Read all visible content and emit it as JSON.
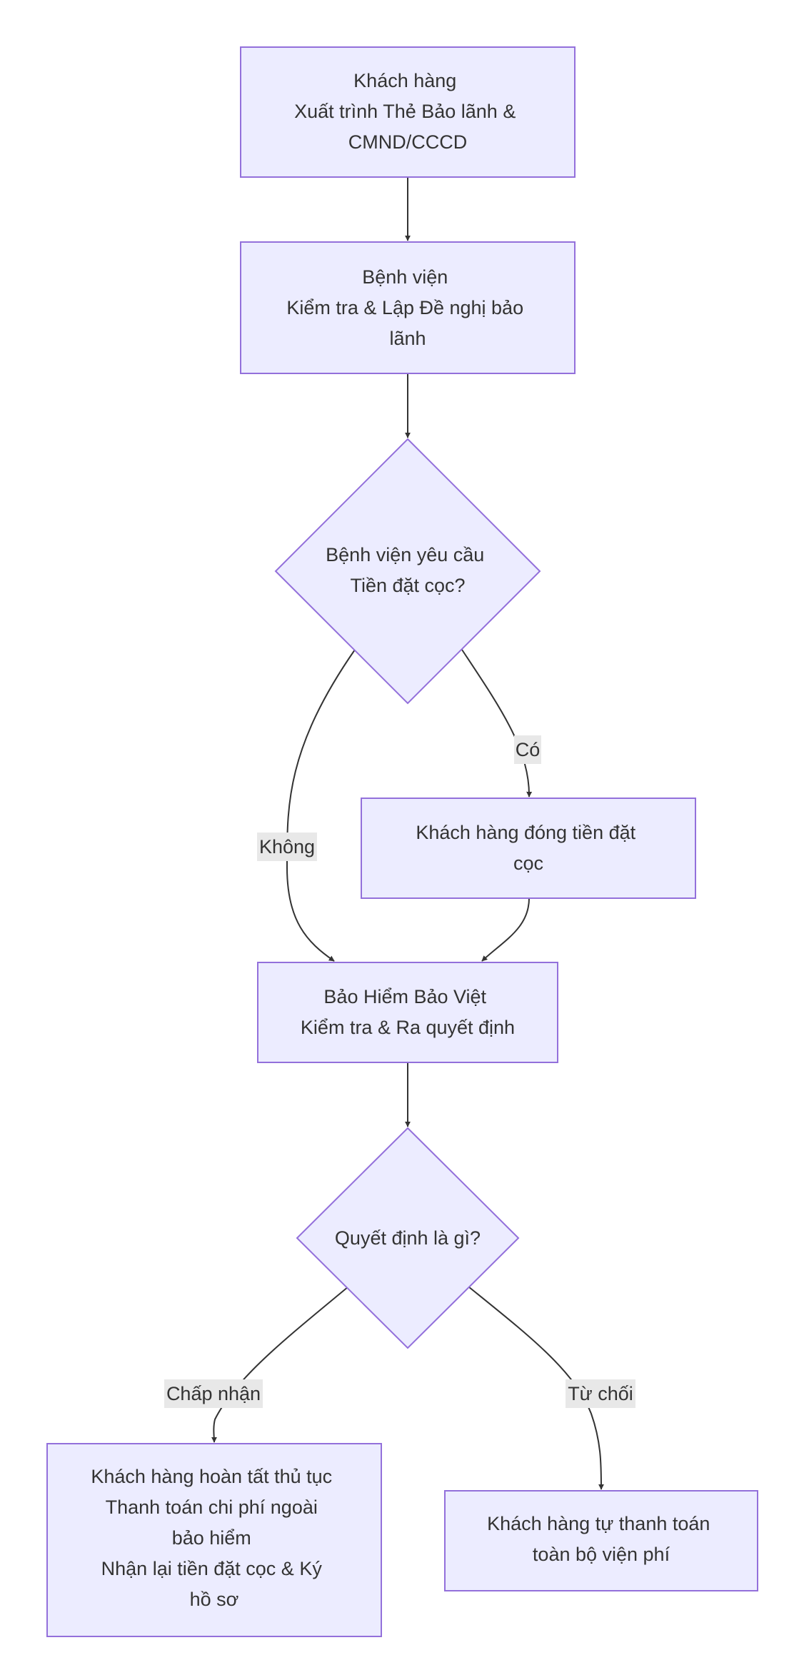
{
  "nodes": {
    "start": {
      "lines": [
        "Khách hàng",
        "Xuất trình Thẻ Bảo lãnh &",
        "CMND/CCCD"
      ]
    },
    "hospital": {
      "lines": [
        "Bệnh viện",
        "Kiểm tra & Lập Đề nghị bảo",
        "lãnh"
      ]
    },
    "deposit_q": {
      "lines": [
        "Bệnh viện yêu cầu",
        "Tiền đặt cọc?"
      ]
    },
    "pay_deposit": {
      "lines": [
        "Khách hàng đóng tiền đặt",
        "cọc"
      ]
    },
    "insurer": {
      "lines": [
        "Bảo Hiểm Bảo Việt",
        "Kiểm tra & Ra quyết định"
      ]
    },
    "decision_q": {
      "lines": [
        "Quyết định là gì?"
      ]
    },
    "approved": {
      "lines": [
        "Khách hàng hoàn tất thủ tục",
        "Thanh toán chi phí ngoài",
        "bảo hiểm",
        "Nhận lại tiền đặt cọc & Ký",
        "hồ sơ"
      ]
    },
    "rejected": {
      "lines": [
        "Khách hàng tự thanh toán",
        "toàn bộ viện phí"
      ]
    }
  },
  "edge_labels": {
    "yes": "Có",
    "no": "Không",
    "accept": "Chấp nhận",
    "reject": "Từ chối"
  },
  "colors": {
    "node_fill": "#ececff",
    "node_stroke": "#9370db",
    "edge": "#333333",
    "label_bg": "#e8e8e8"
  }
}
